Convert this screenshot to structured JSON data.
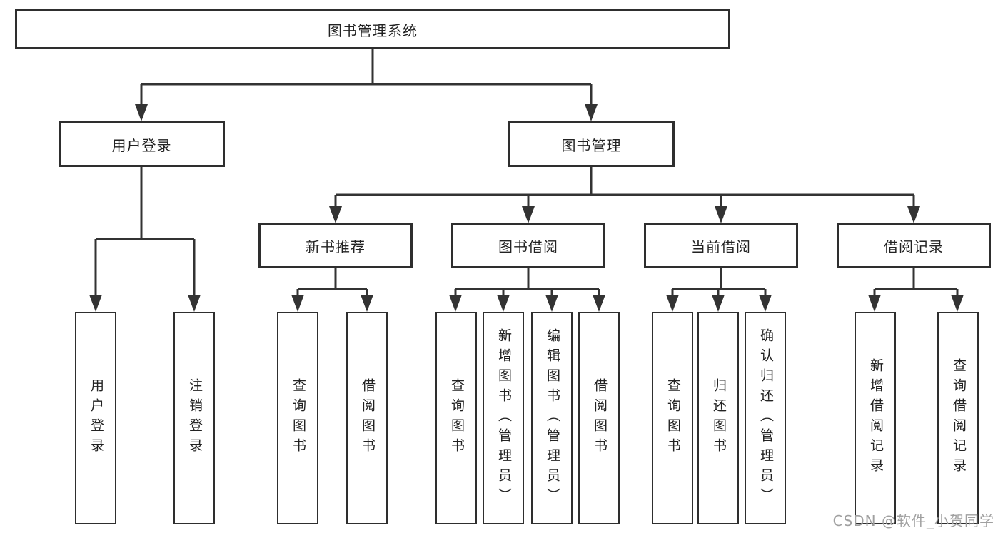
{
  "tree": {
    "root": {
      "label": "图书管理系统",
      "children": [
        {
          "label": "用户登录",
          "children": [
            {
              "label": "用户登录"
            },
            {
              "label": "注销登录"
            }
          ]
        },
        {
          "label": "图书管理",
          "children": [
            {
              "label": "新书推荐",
              "children": [
                {
                  "label": "查询图书"
                },
                {
                  "label": "借阅图书"
                }
              ]
            },
            {
              "label": "图书借阅",
              "children": [
                {
                  "label": "查询图书"
                },
                {
                  "label": "新增图书（管理员）"
                },
                {
                  "label": "编辑图书（管理员）"
                },
                {
                  "label": "借阅图书"
                }
              ]
            },
            {
              "label": "当前借阅",
              "children": [
                {
                  "label": "查询图书"
                },
                {
                  "label": "归还图书"
                },
                {
                  "label": "确认归还（管理员）"
                }
              ]
            },
            {
              "label": "借阅记录",
              "children": [
                {
                  "label": "新增借阅记录"
                },
                {
                  "label": "查询借阅记录"
                }
              ]
            }
          ]
        }
      ]
    }
  },
  "watermark": {
    "text": "CSDN @软件_小贺同学"
  },
  "colors": {
    "line": "#333333",
    "box_border": "#2e2e2e",
    "text": "#222222",
    "background": "#ffffff",
    "watermark": "#a0a0a0"
  }
}
